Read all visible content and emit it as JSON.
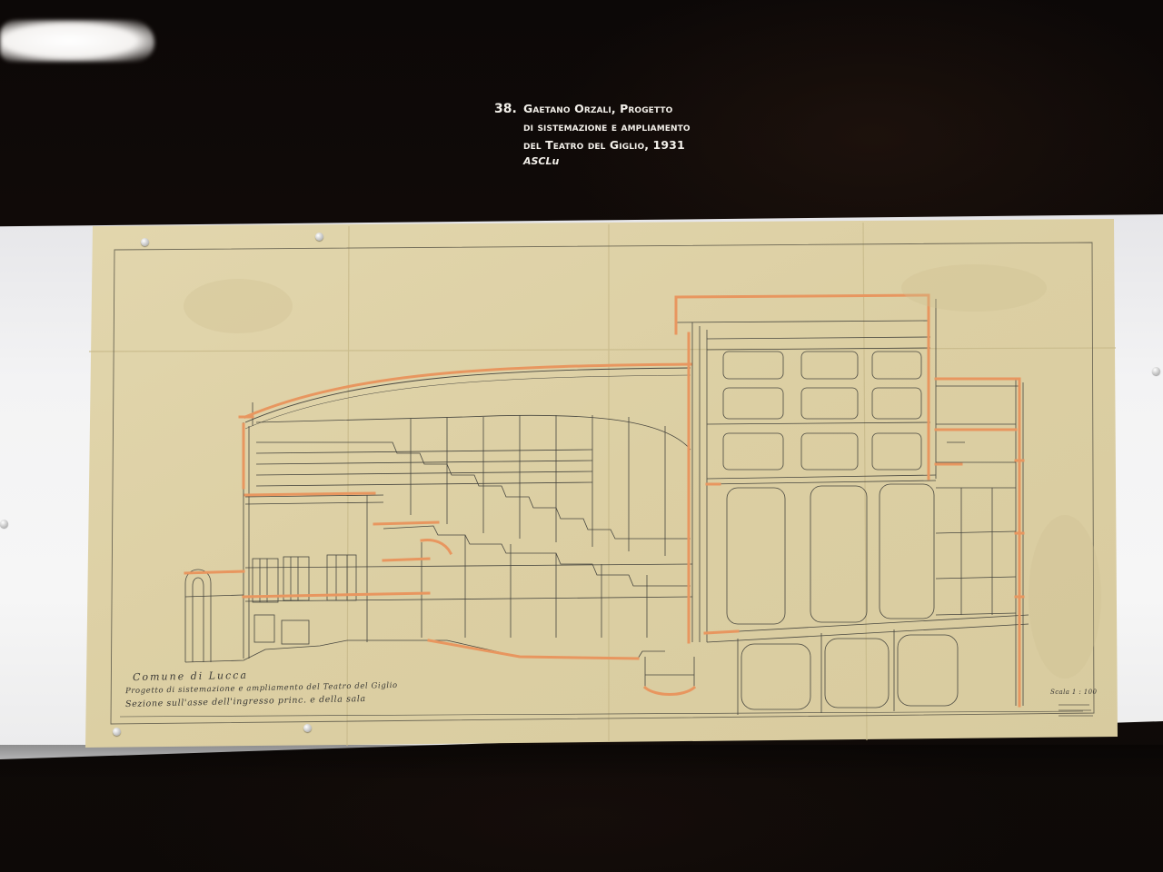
{
  "caption": {
    "number": "38.",
    "lines": [
      "Gaetano Orzali, Progetto",
      "di sistemazione e ampliamento",
      "del Teatro del Giglio, 1931"
    ],
    "source": "ASCLu"
  },
  "drawing": {
    "annotations": {
      "line1": "Comune di Lucca",
      "line2": "Progetto di sistemazione e ampliamento del Teatro del Giglio",
      "line3": "Sezione sull'asse dell'ingresso princ. e della sala",
      "scale": "Scala 1 : 100"
    },
    "colors": {
      "paper": "#ddd1a6",
      "ink": "#47463f",
      "orange": "#e8965f"
    }
  }
}
